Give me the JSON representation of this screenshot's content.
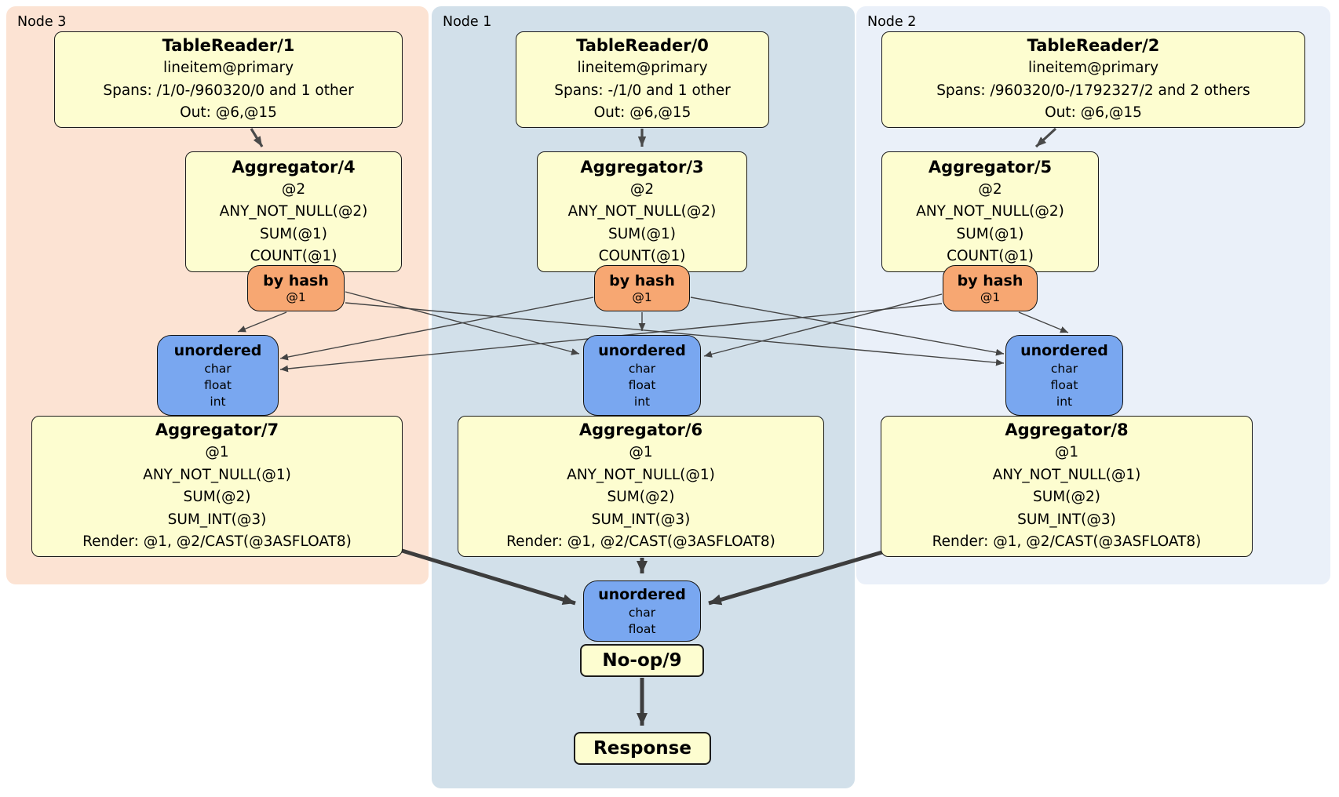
{
  "diagram_title": "distsql-plan",
  "colors": {
    "node3_bg": "#fce3d3",
    "node1_bg": "#d2e0ea",
    "node2_bg": "#eaf0f9",
    "processor_box": "#fdfdd0",
    "router_box": "#f7a772",
    "sync_box": "#79a7f0",
    "edge": "#444444"
  },
  "groups": [
    {
      "label": "Node 3",
      "tablereader": {
        "title": "TableReader/1",
        "lines": [
          "lineitem@primary",
          "Spans: /1/0-/960320/0 and 1 other",
          "Out: @6,@15"
        ]
      },
      "aggregator_top": {
        "title": "Aggregator/4",
        "lines": [
          "@2",
          "ANY_NOT_NULL(@2)",
          "SUM(@1)",
          "COUNT(@1)"
        ]
      },
      "router": {
        "title": "by hash",
        "detail": "@1"
      },
      "sync": {
        "title": "unordered",
        "lines": [
          "char",
          "float",
          "int"
        ]
      },
      "aggregator_bottom": {
        "title": "Aggregator/7",
        "lines": [
          "@1",
          "ANY_NOT_NULL(@1)",
          "SUM(@2)",
          "SUM_INT(@3)",
          "Render: @1, @2/CAST(@3ASFLOAT8)"
        ]
      }
    },
    {
      "label": "Node 1",
      "tablereader": {
        "title": "TableReader/0",
        "lines": [
          "lineitem@primary",
          "Spans: -/1/0 and 1 other",
          "Out: @6,@15"
        ]
      },
      "aggregator_top": {
        "title": "Aggregator/3",
        "lines": [
          "@2",
          "ANY_NOT_NULL(@2)",
          "SUM(@1)",
          "COUNT(@1)"
        ]
      },
      "router": {
        "title": "by hash",
        "detail": "@1"
      },
      "sync": {
        "title": "unordered",
        "lines": [
          "char",
          "float",
          "int"
        ]
      },
      "aggregator_bottom": {
        "title": "Aggregator/6",
        "lines": [
          "@1",
          "ANY_NOT_NULL(@1)",
          "SUM(@2)",
          "SUM_INT(@3)",
          "Render: @1, @2/CAST(@3ASFLOAT8)"
        ]
      }
    },
    {
      "label": "Node 2",
      "tablereader": {
        "title": "TableReader/2",
        "lines": [
          "lineitem@primary",
          "Spans: /960320/0-/1792327/2 and 2 others",
          "Out: @6,@15"
        ]
      },
      "aggregator_top": {
        "title": "Aggregator/5",
        "lines": [
          "@2",
          "ANY_NOT_NULL(@2)",
          "SUM(@1)",
          "COUNT(@1)"
        ]
      },
      "router": {
        "title": "by hash",
        "detail": "@1"
      },
      "sync": {
        "title": "unordered",
        "lines": [
          "char",
          "float",
          "int"
        ]
      },
      "aggregator_bottom": {
        "title": "Aggregator/8",
        "lines": [
          "@1",
          "ANY_NOT_NULL(@1)",
          "SUM(@2)",
          "SUM_INT(@3)",
          "Render: @1, @2/CAST(@3ASFLOAT8)"
        ]
      }
    }
  ],
  "final_stage": {
    "sync": {
      "title": "unordered",
      "lines": [
        "char",
        "float"
      ]
    },
    "noop_label": "No-op/9",
    "response_label": "Response"
  }
}
